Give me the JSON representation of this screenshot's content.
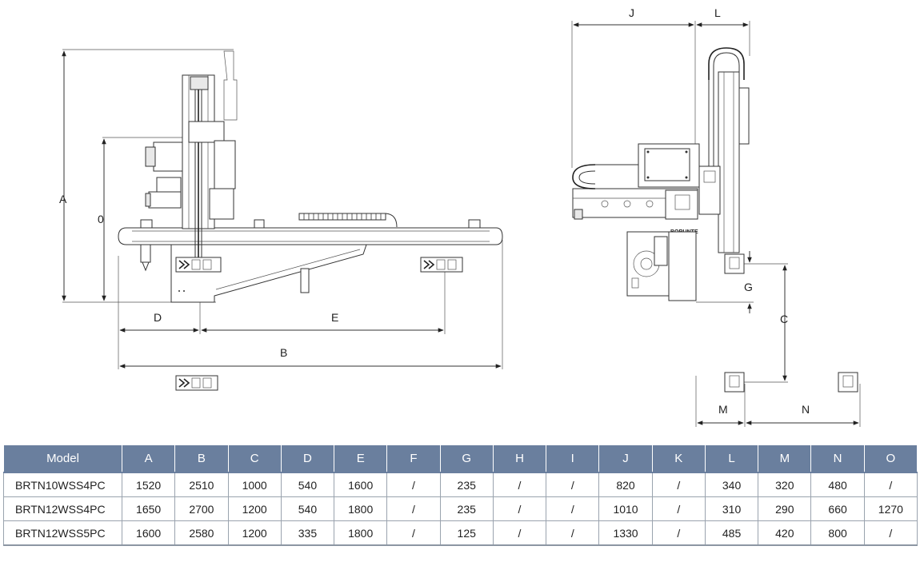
{
  "dimension_labels": {
    "A": "A",
    "O": "0",
    "D": "D",
    "E": "E",
    "B": "B",
    "J": "J",
    "L": "L",
    "G": "G",
    "C": "C",
    "M": "M",
    "N": "N"
  },
  "brand_label": "BORUNTE",
  "table": {
    "headers": [
      "Model",
      "A",
      "B",
      "C",
      "D",
      "E",
      "F",
      "G",
      "H",
      "I",
      "J",
      "K",
      "L",
      "M",
      "N",
      "O"
    ],
    "rows": [
      [
        "BRTN10WSS4PC",
        "1520",
        "2510",
        "1000",
        "540",
        "1600",
        "/",
        "235",
        "/",
        "/",
        "820",
        "/",
        "340",
        "320",
        "480",
        "/"
      ],
      [
        "BRTN12WSS4PC",
        "1650",
        "2700",
        "1200",
        "540",
        "1800",
        "/",
        "235",
        "/",
        "/",
        "1010",
        "/",
        "310",
        "290",
        "660",
        "1270"
      ],
      [
        "BRTN12WSS5PC",
        "1600",
        "2580",
        "1200",
        "335",
        "1800",
        "/",
        "125",
        "/",
        "/",
        "1330",
        "/",
        "485",
        "420",
        "800",
        "/"
      ]
    ]
  },
  "colors": {
    "header_bg": "#6a7f9e",
    "header_text": "#ffffff"
  }
}
